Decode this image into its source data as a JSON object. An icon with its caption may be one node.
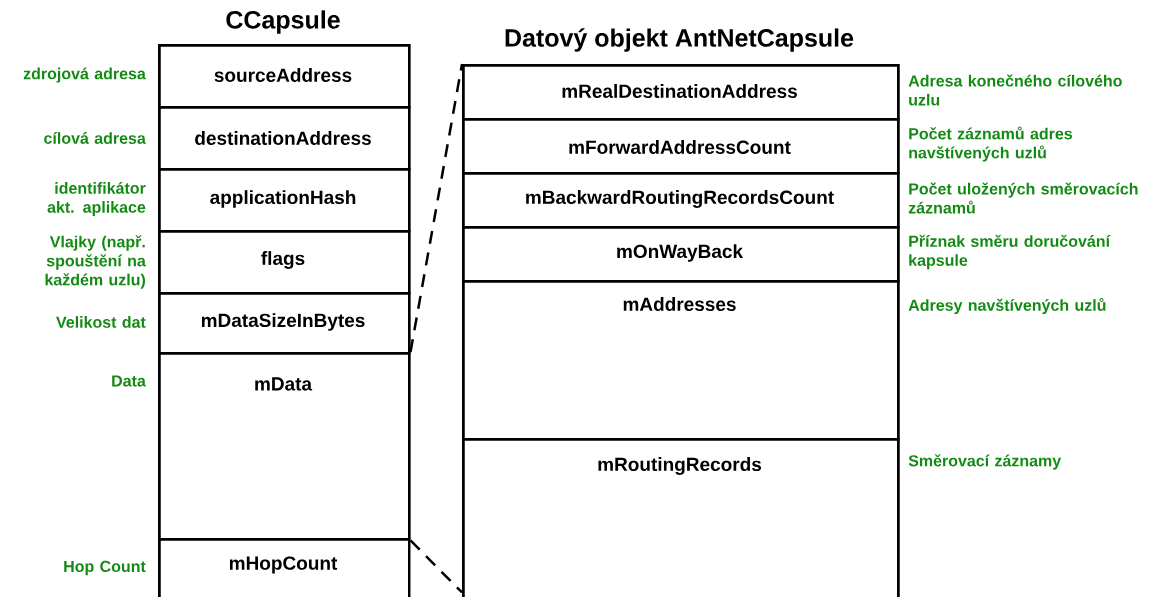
{
  "diagram": {
    "nodes": [
      {
        "text": [
          "CCapsule"
        ]
      },
      {
        "text": [
          "sourceAddress"
        ],
        "in": 0,
        "beside": [
          "zdrojová adresa"
        ]
      },
      {
        "text": [
          "destinationAddress"
        ],
        "in": 0,
        "beside": [
          "cílová adresa"
        ]
      },
      {
        "text": [
          "applicationHash"
        ],
        "in": 0,
        "beside": [
          "identifikátor akt. aplikace"
        ]
      },
      {
        "text": [
          "flags"
        ],
        "in": 0,
        "beside": [
          "Vlajky (např. spouštění na každém uzlu)"
        ]
      },
      {
        "text": [
          "mDataSizeInBytes"
        ],
        "in": 0,
        "beside": [
          "Velikost dat"
        ]
      },
      {
        "text": [
          "mData"
        ],
        "in": 0,
        "beside": [
          "Data"
        ]
      },
      {
        "text": [
          "mHopCount"
        ],
        "in": 0,
        "beside": [
          "Hop Count"
        ]
      },
      {
        "text": [
          "Datový objekt AntNetCapsule"
        ]
      },
      {
        "text": [
          "mRealDestinationAddress"
        ],
        "in": 8,
        "beside": [
          "Adresa konečného cílového uzlu"
        ]
      },
      {
        "text": [
          "mForwardAddressCount"
        ],
        "in": 8,
        "beside": [
          "Počet záznamů adres navštívených uzlů"
        ]
      },
      {
        "text": [
          "mBackwardRoutingRecordsCount"
        ],
        "in": 8,
        "beside": [
          "Počet uložených směrovacích záznamů"
        ]
      },
      {
        "text": [
          "mOnWayBack"
        ],
        "in": 8,
        "beside": [
          "Příznak směru doručování kapsule"
        ]
      },
      {
        "text": [
          "mAddresses"
        ],
        "in": 8,
        "beside": [
          "Adresy navštívených uzlů"
        ]
      },
      {
        "text": [
          "mRoutingRecords"
        ],
        "in": 8,
        "beside": [
          "Směrovací záznamy"
        ]
      }
    ],
    "edges": [
      {
        "from": 6,
        "to": 8,
        "arrow": "none",
        "style": "dashed"
      },
      {
        "from": 6,
        "to": 8,
        "arrow": "none",
        "style": "dashed"
      }
    ]
  }
}
